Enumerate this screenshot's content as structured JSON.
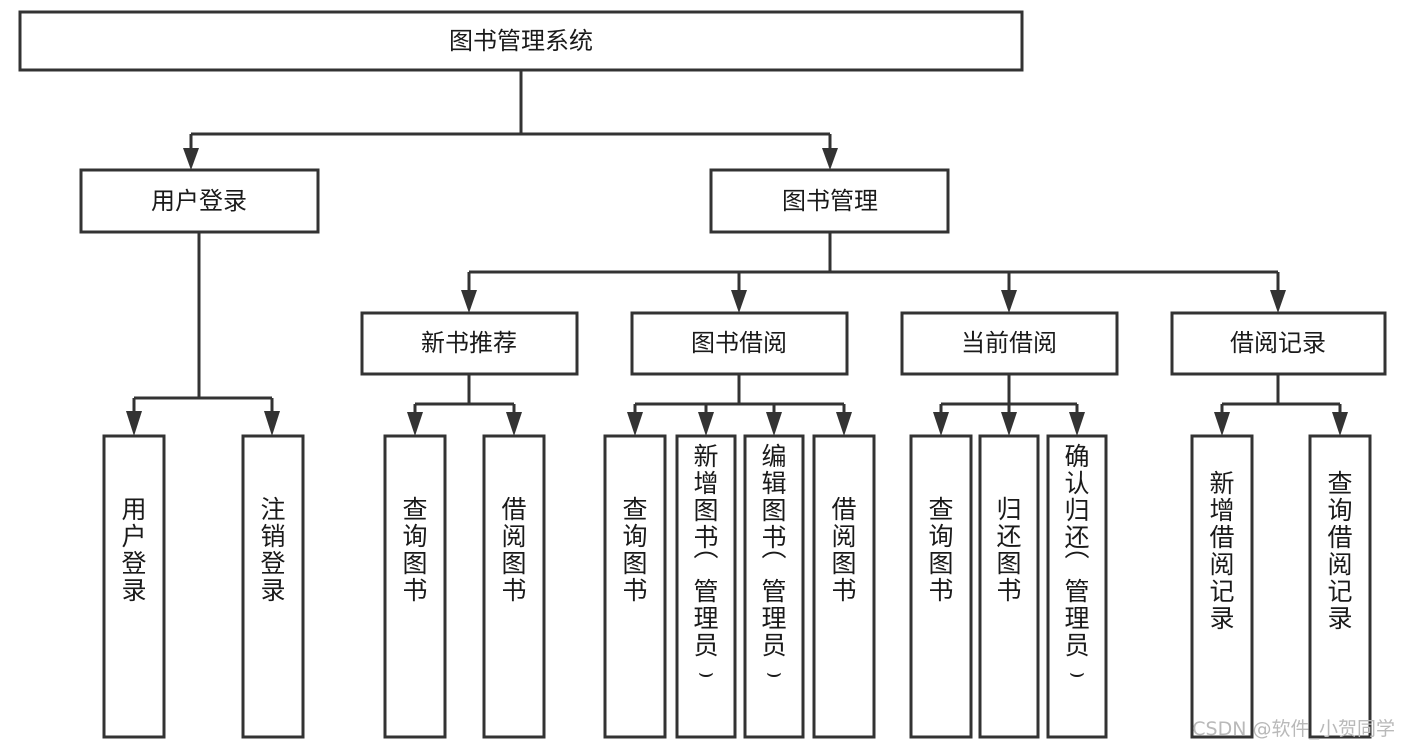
{
  "diagram": {
    "type": "tree-hierarchy",
    "title": "图书管理系统",
    "levels": [
      {
        "level": 1,
        "nodes": [
          {
            "id": "root",
            "label": "图书管理系统",
            "orientation": "horizontal"
          }
        ]
      },
      {
        "level": 2,
        "nodes": [
          {
            "id": "user-login",
            "label": "用户登录",
            "orientation": "horizontal",
            "parent": "root"
          },
          {
            "id": "book-manage",
            "label": "图书管理",
            "orientation": "horizontal",
            "parent": "root"
          }
        ]
      },
      {
        "level": 3,
        "nodes": [
          {
            "id": "new-book-rec",
            "label": "新书推荐",
            "orientation": "horizontal",
            "parent": "book-manage"
          },
          {
            "id": "book-borrow",
            "label": "图书借阅",
            "orientation": "horizontal",
            "parent": "book-manage"
          },
          {
            "id": "current-borrow",
            "label": "当前借阅",
            "orientation": "horizontal",
            "parent": "book-manage"
          },
          {
            "id": "borrow-record",
            "label": "借阅记录",
            "orientation": "horizontal",
            "parent": "book-manage"
          }
        ]
      },
      {
        "level": 4,
        "nodes": [
          {
            "id": "leaf-user-login",
            "label": "用户登录",
            "orientation": "vertical",
            "parent": "user-login"
          },
          {
            "id": "leaf-user-logout",
            "label": "注销登录",
            "orientation": "vertical",
            "parent": "user-login"
          },
          {
            "id": "leaf-rec-query",
            "label": "查询图书",
            "orientation": "vertical",
            "parent": "new-book-rec"
          },
          {
            "id": "leaf-rec-borrow",
            "label": "借阅图书",
            "orientation": "vertical",
            "parent": "new-book-rec"
          },
          {
            "id": "leaf-borrow-query",
            "label": "查询图书",
            "orientation": "vertical",
            "parent": "book-borrow"
          },
          {
            "id": "leaf-borrow-add",
            "label": "新增图书（管理员）",
            "orientation": "vertical",
            "parent": "book-borrow"
          },
          {
            "id": "leaf-borrow-edit",
            "label": "编辑图书（管理员）",
            "orientation": "vertical",
            "parent": "book-borrow"
          },
          {
            "id": "leaf-borrow-lend",
            "label": "借阅图书",
            "orientation": "vertical",
            "parent": "book-borrow"
          },
          {
            "id": "leaf-cur-query",
            "label": "查询图书",
            "orientation": "vertical",
            "parent": "current-borrow"
          },
          {
            "id": "leaf-cur-return",
            "label": "归还图书",
            "orientation": "vertical",
            "parent": "current-borrow"
          },
          {
            "id": "leaf-cur-confirm",
            "label": "确认归还（管理员）",
            "orientation": "vertical",
            "parent": "current-borrow"
          },
          {
            "id": "leaf-rec-add",
            "label": "新增借阅记录",
            "orientation": "vertical",
            "parent": "borrow-record"
          },
          {
            "id": "leaf-rec-query2",
            "label": "查询借阅记录",
            "orientation": "vertical",
            "parent": "borrow-record"
          }
        ]
      }
    ],
    "colors": {
      "box_stroke": "#333333",
      "box_fill": "#ffffff",
      "text": "#1a1a1a",
      "watermark": "#b9b9b9",
      "background": "#ffffff"
    }
  },
  "watermark": {
    "text": "CSDN @软件_小贺同学"
  }
}
